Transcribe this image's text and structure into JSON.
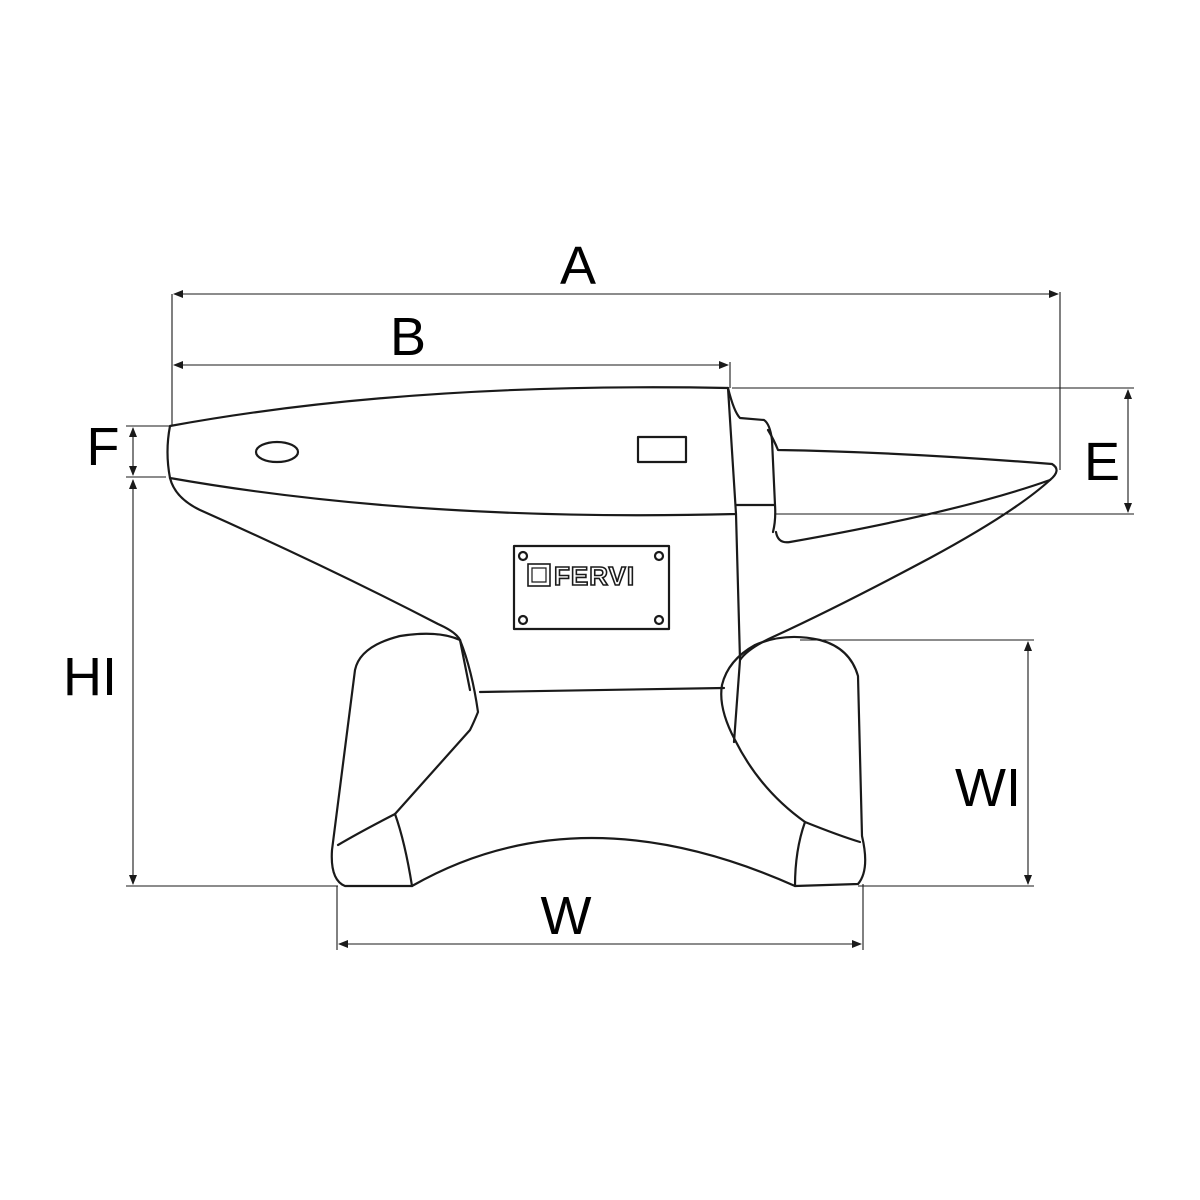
{
  "labels": {
    "A": "A",
    "B": "B",
    "E": "E",
    "F": "F",
    "HI": "HI",
    "WI": "WI",
    "W": "W"
  },
  "nameplate": {
    "brand": "FERVI"
  },
  "colors": {
    "line": "#1a1a1a",
    "background": "#ffffff"
  }
}
